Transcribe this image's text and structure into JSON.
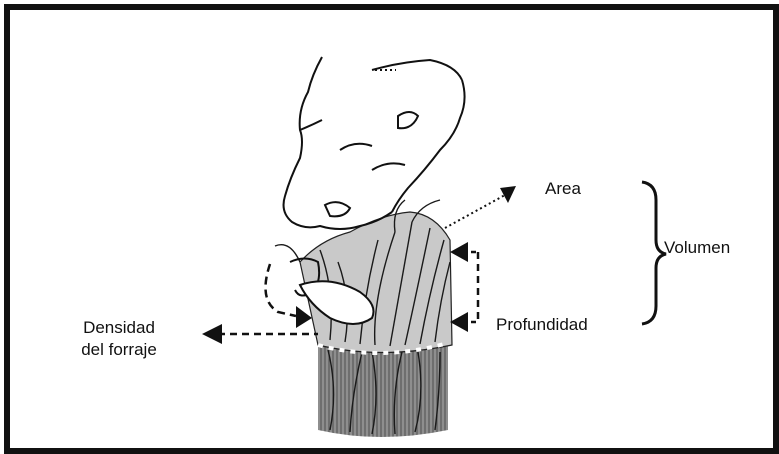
{
  "labels": {
    "area": "Area",
    "volumen": "Volumen",
    "profundidad": "Profundidad",
    "densidad_line1": "Densidad",
    "densidad_line2": "del forraje"
  },
  "icons": [
    "cow-head-illustration",
    "forage-clump-illustration"
  ]
}
